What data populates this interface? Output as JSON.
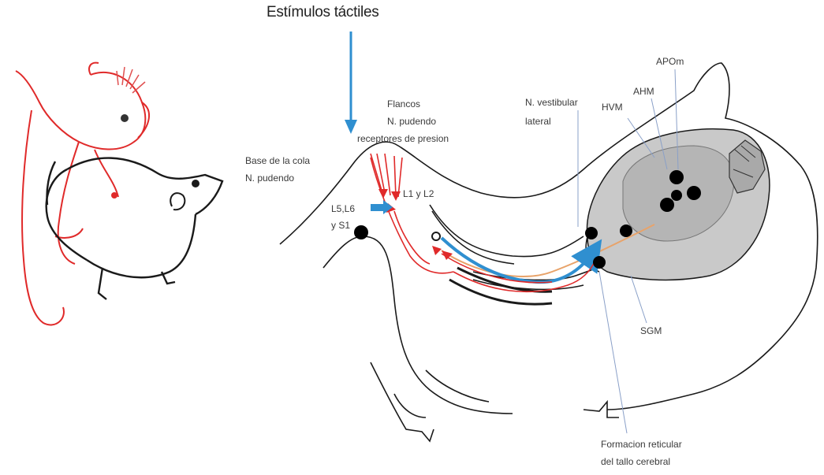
{
  "diagram": {
    "title": "Estímulos táctiles",
    "labels": {
      "flancos": "Flancos",
      "n_pudendo_1": "N. pudendo",
      "receptores": "receptores de presion",
      "base_cola": "Base de la cola",
      "n_pudendo_2": "N. pudendo",
      "l1_l2": "L1 y L2",
      "l5_l6": "L5,L6",
      "y_s1": "y S1",
      "n_vestibular": "N. vestibular",
      "lateral": "lateral",
      "hvm": "HVM",
      "ahm": "AHM",
      "apom": "APOm",
      "sgm": "SGM",
      "formacion": "Formacion reticular",
      "tallo": "del tallo cerebral"
    },
    "colors": {
      "outline": "#1a1a1a",
      "red_pathway": "#e02a2a",
      "blue_stimulus": "#2f8fd0",
      "orange_pathway": "#e8a36a",
      "brain_fill": "#c9c9c9",
      "brain_core": "#a9a9a9",
      "leader_line": "#8aa0c8",
      "text": "#3a3a3a"
    }
  }
}
